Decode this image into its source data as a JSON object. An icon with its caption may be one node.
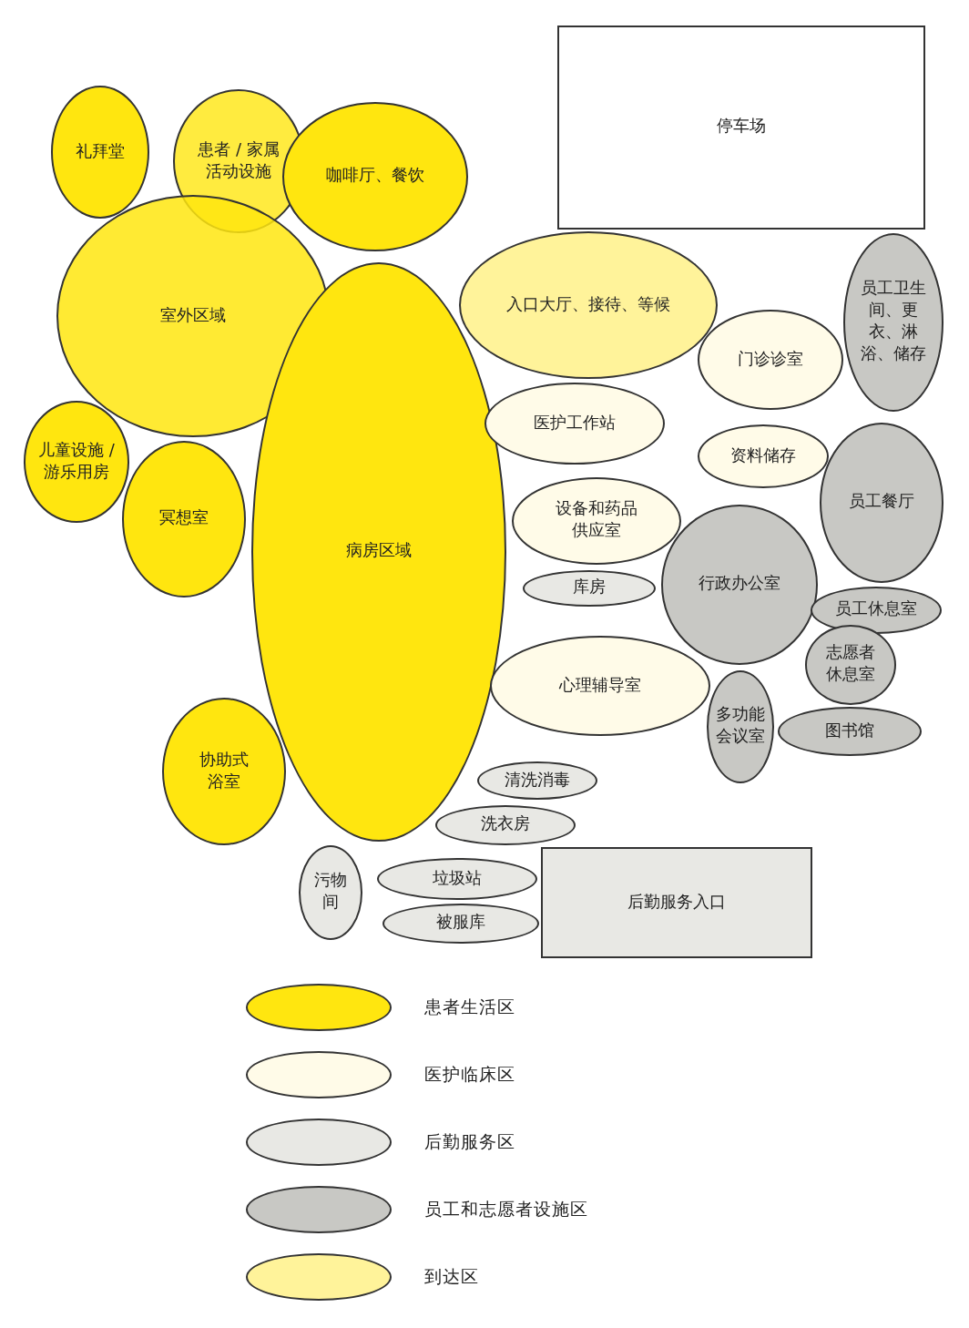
{
  "diagram": {
    "nodes": [
      {
        "text": [
          "停车场"
        ]
      },
      {
        "text": [
          "礼拜堂"
        ]
      },
      {
        "text": [
          "患者 / 家属活动设施"
        ]
      },
      {
        "text": [
          "咖啡厅、餐饮"
        ]
      },
      {
        "text": [
          "室外区域"
        ]
      },
      {
        "text": [
          "入口大厅、接待、等候"
        ]
      },
      {
        "text": [
          "员工卫生间、更衣、淋浴、储存"
        ]
      },
      {
        "text": [
          "门诊诊室"
        ]
      },
      {
        "text": [
          "病房区域"
        ]
      },
      {
        "text": [
          "医护工作站"
        ]
      },
      {
        "text": [
          "儿童设施 / 游乐用房"
        ]
      },
      {
        "text": [
          "资料储存"
        ]
      },
      {
        "text": [
          "冥想室"
        ]
      },
      {
        "text": [
          "员工餐厅"
        ]
      },
      {
        "text": [
          "设备和药品供应室"
        ]
      },
      {
        "text": [
          "库房"
        ]
      },
      {
        "text": [
          "行政办公室"
        ]
      },
      {
        "text": [
          "员工休息室"
        ]
      },
      {
        "text": [
          "志愿者休息室"
        ]
      },
      {
        "text": [
          "心理辅导室"
        ]
      },
      {
        "text": [
          "多功能会议室"
        ]
      },
      {
        "text": [
          "图书馆"
        ]
      },
      {
        "text": [
          "协助式浴室"
        ]
      },
      {
        "text": [
          "清洗消毒"
        ]
      },
      {
        "text": [
          "洗衣房"
        ]
      },
      {
        "text": [
          "污物间"
        ]
      },
      {
        "text": [
          "垃圾站"
        ]
      },
      {
        "text": [
          "后勤服务入口"
        ]
      },
      {
        "text": [
          "被服库"
        ]
      }
    ],
    "legend": [
      {
        "text": "患者生活区",
        "color": "#ffe60f"
      },
      {
        "text": "医护临床区",
        "color": "#fffbe8"
      },
      {
        "text": "后勤服务区",
        "color": "#e8e8e4"
      },
      {
        "text": "员工和志愿者设施区",
        "color": "#c8c8c4"
      },
      {
        "text": "到达区",
        "color": "#fff39a"
      }
    ]
  }
}
